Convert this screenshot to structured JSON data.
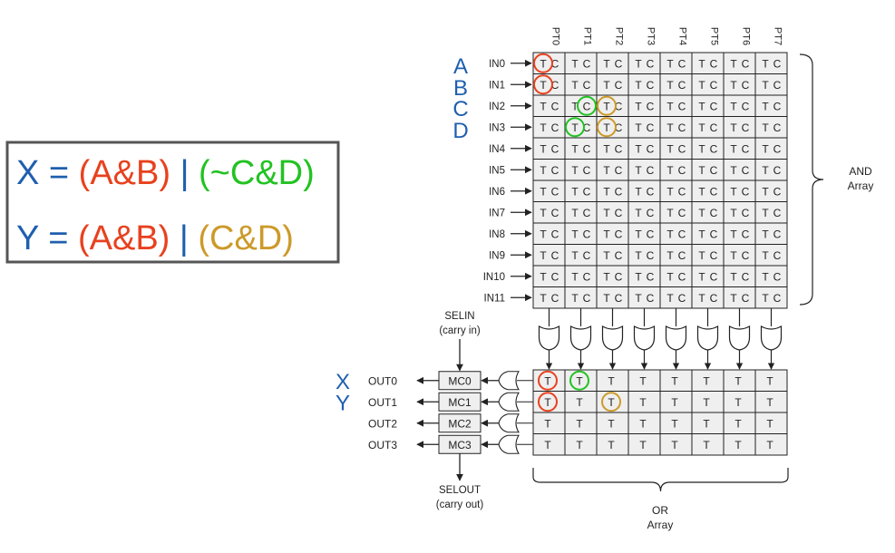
{
  "equations": {
    "x": {
      "var": "X",
      "eq": " = ",
      "term1": "(A&B)",
      "bar": " | ",
      "term2": "(~C&D)"
    },
    "y": {
      "var": "Y",
      "eq": " = ",
      "term1": "(A&B)",
      "bar": " | ",
      "term2": "(C&D)"
    }
  },
  "and_array": {
    "columns": [
      "PT0",
      "PT1",
      "PT2",
      "PT3",
      "PT4",
      "PT5",
      "PT6",
      "PT7"
    ],
    "inputs": [
      "IN0",
      "IN1",
      "IN2",
      "IN3",
      "IN4",
      "IN5",
      "IN6",
      "IN7",
      "IN8",
      "IN9",
      "IN10",
      "IN11"
    ],
    "cell_true": "T",
    "cell_comp": "C",
    "variable_labels": [
      "A",
      "B",
      "C",
      "D"
    ],
    "label": [
      "AND",
      "Array"
    ],
    "circles": [
      {
        "row": 0,
        "col": 0,
        "which": "T",
        "color": "red"
      },
      {
        "row": 1,
        "col": 0,
        "which": "T",
        "color": "red"
      },
      {
        "row": 2,
        "col": 1,
        "which": "C",
        "color": "green"
      },
      {
        "row": 3,
        "col": 1,
        "which": "T",
        "color": "green"
      },
      {
        "row": 2,
        "col": 2,
        "which": "T",
        "color": "gold"
      },
      {
        "row": 3,
        "col": 2,
        "which": "T",
        "color": "gold"
      }
    ]
  },
  "or_array": {
    "cell": "T",
    "rows": 4,
    "label": [
      "OR",
      "Array"
    ],
    "circles": [
      {
        "row": 0,
        "col": 0,
        "color": "red"
      },
      {
        "row": 0,
        "col": 1,
        "color": "green"
      },
      {
        "row": 1,
        "col": 0,
        "color": "red"
      },
      {
        "row": 1,
        "col": 2,
        "color": "gold"
      }
    ]
  },
  "macrocells": {
    "cells": [
      "MC0",
      "MC1",
      "MC2",
      "MC3"
    ],
    "outputs": [
      "OUT0",
      "OUT1",
      "OUT2",
      "OUT3"
    ],
    "output_vars": [
      "X",
      "Y"
    ],
    "selin": [
      "SELIN",
      "(carry in)"
    ],
    "selout": [
      "SELOUT",
      "(carry out)"
    ]
  },
  "colors": {
    "blue": "#1F5FAF",
    "red": "#E8411E",
    "green": "#22C222",
    "gold": "#CC9A2A",
    "cell_fill": "#EFEFEF",
    "line": "#222222",
    "box_border": "#555555"
  }
}
